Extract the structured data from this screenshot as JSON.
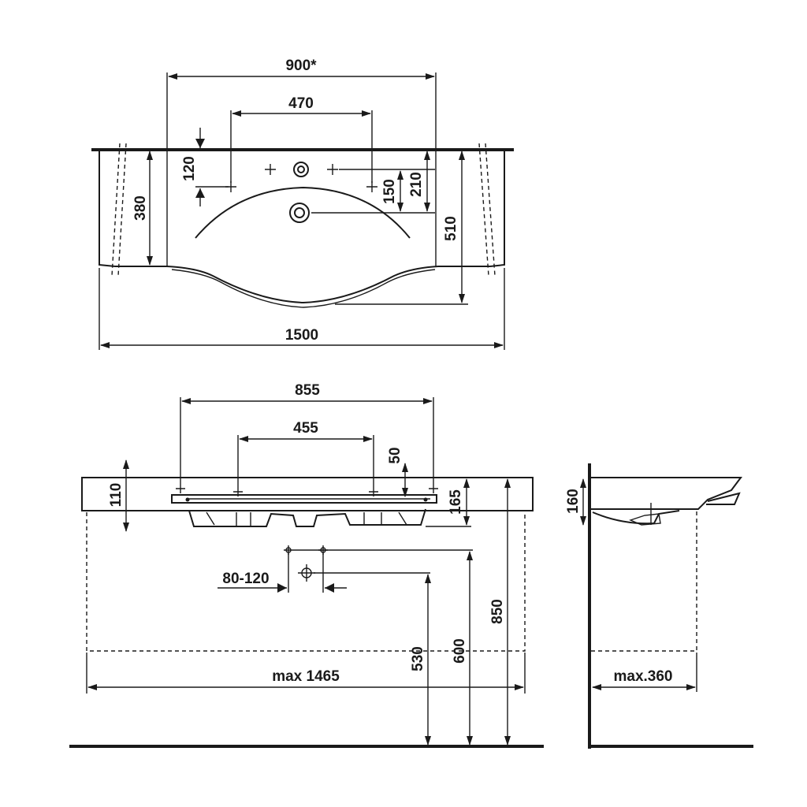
{
  "top_view": {
    "overall_width": "1500",
    "overall_width_bowl": "900*",
    "tap_hole_spacing": "470",
    "tap_hole_offset": "120",
    "depth_front_left": "380",
    "tap_to_drain_a": "150",
    "tap_to_drain_b": "210",
    "total_depth": "510"
  },
  "front_view": {
    "fixing_width": "855",
    "inner_fixing_width": "455",
    "bracket_offset": "50",
    "top_thickness": "110",
    "bowl_depth": "165",
    "waste_spacing": "80-120",
    "max_cabinet_width": "max 1465",
    "height_530": "530",
    "height_600": "600",
    "height_850": "850"
  },
  "side_view": {
    "thickness": "160",
    "max_depth": "max.360"
  }
}
